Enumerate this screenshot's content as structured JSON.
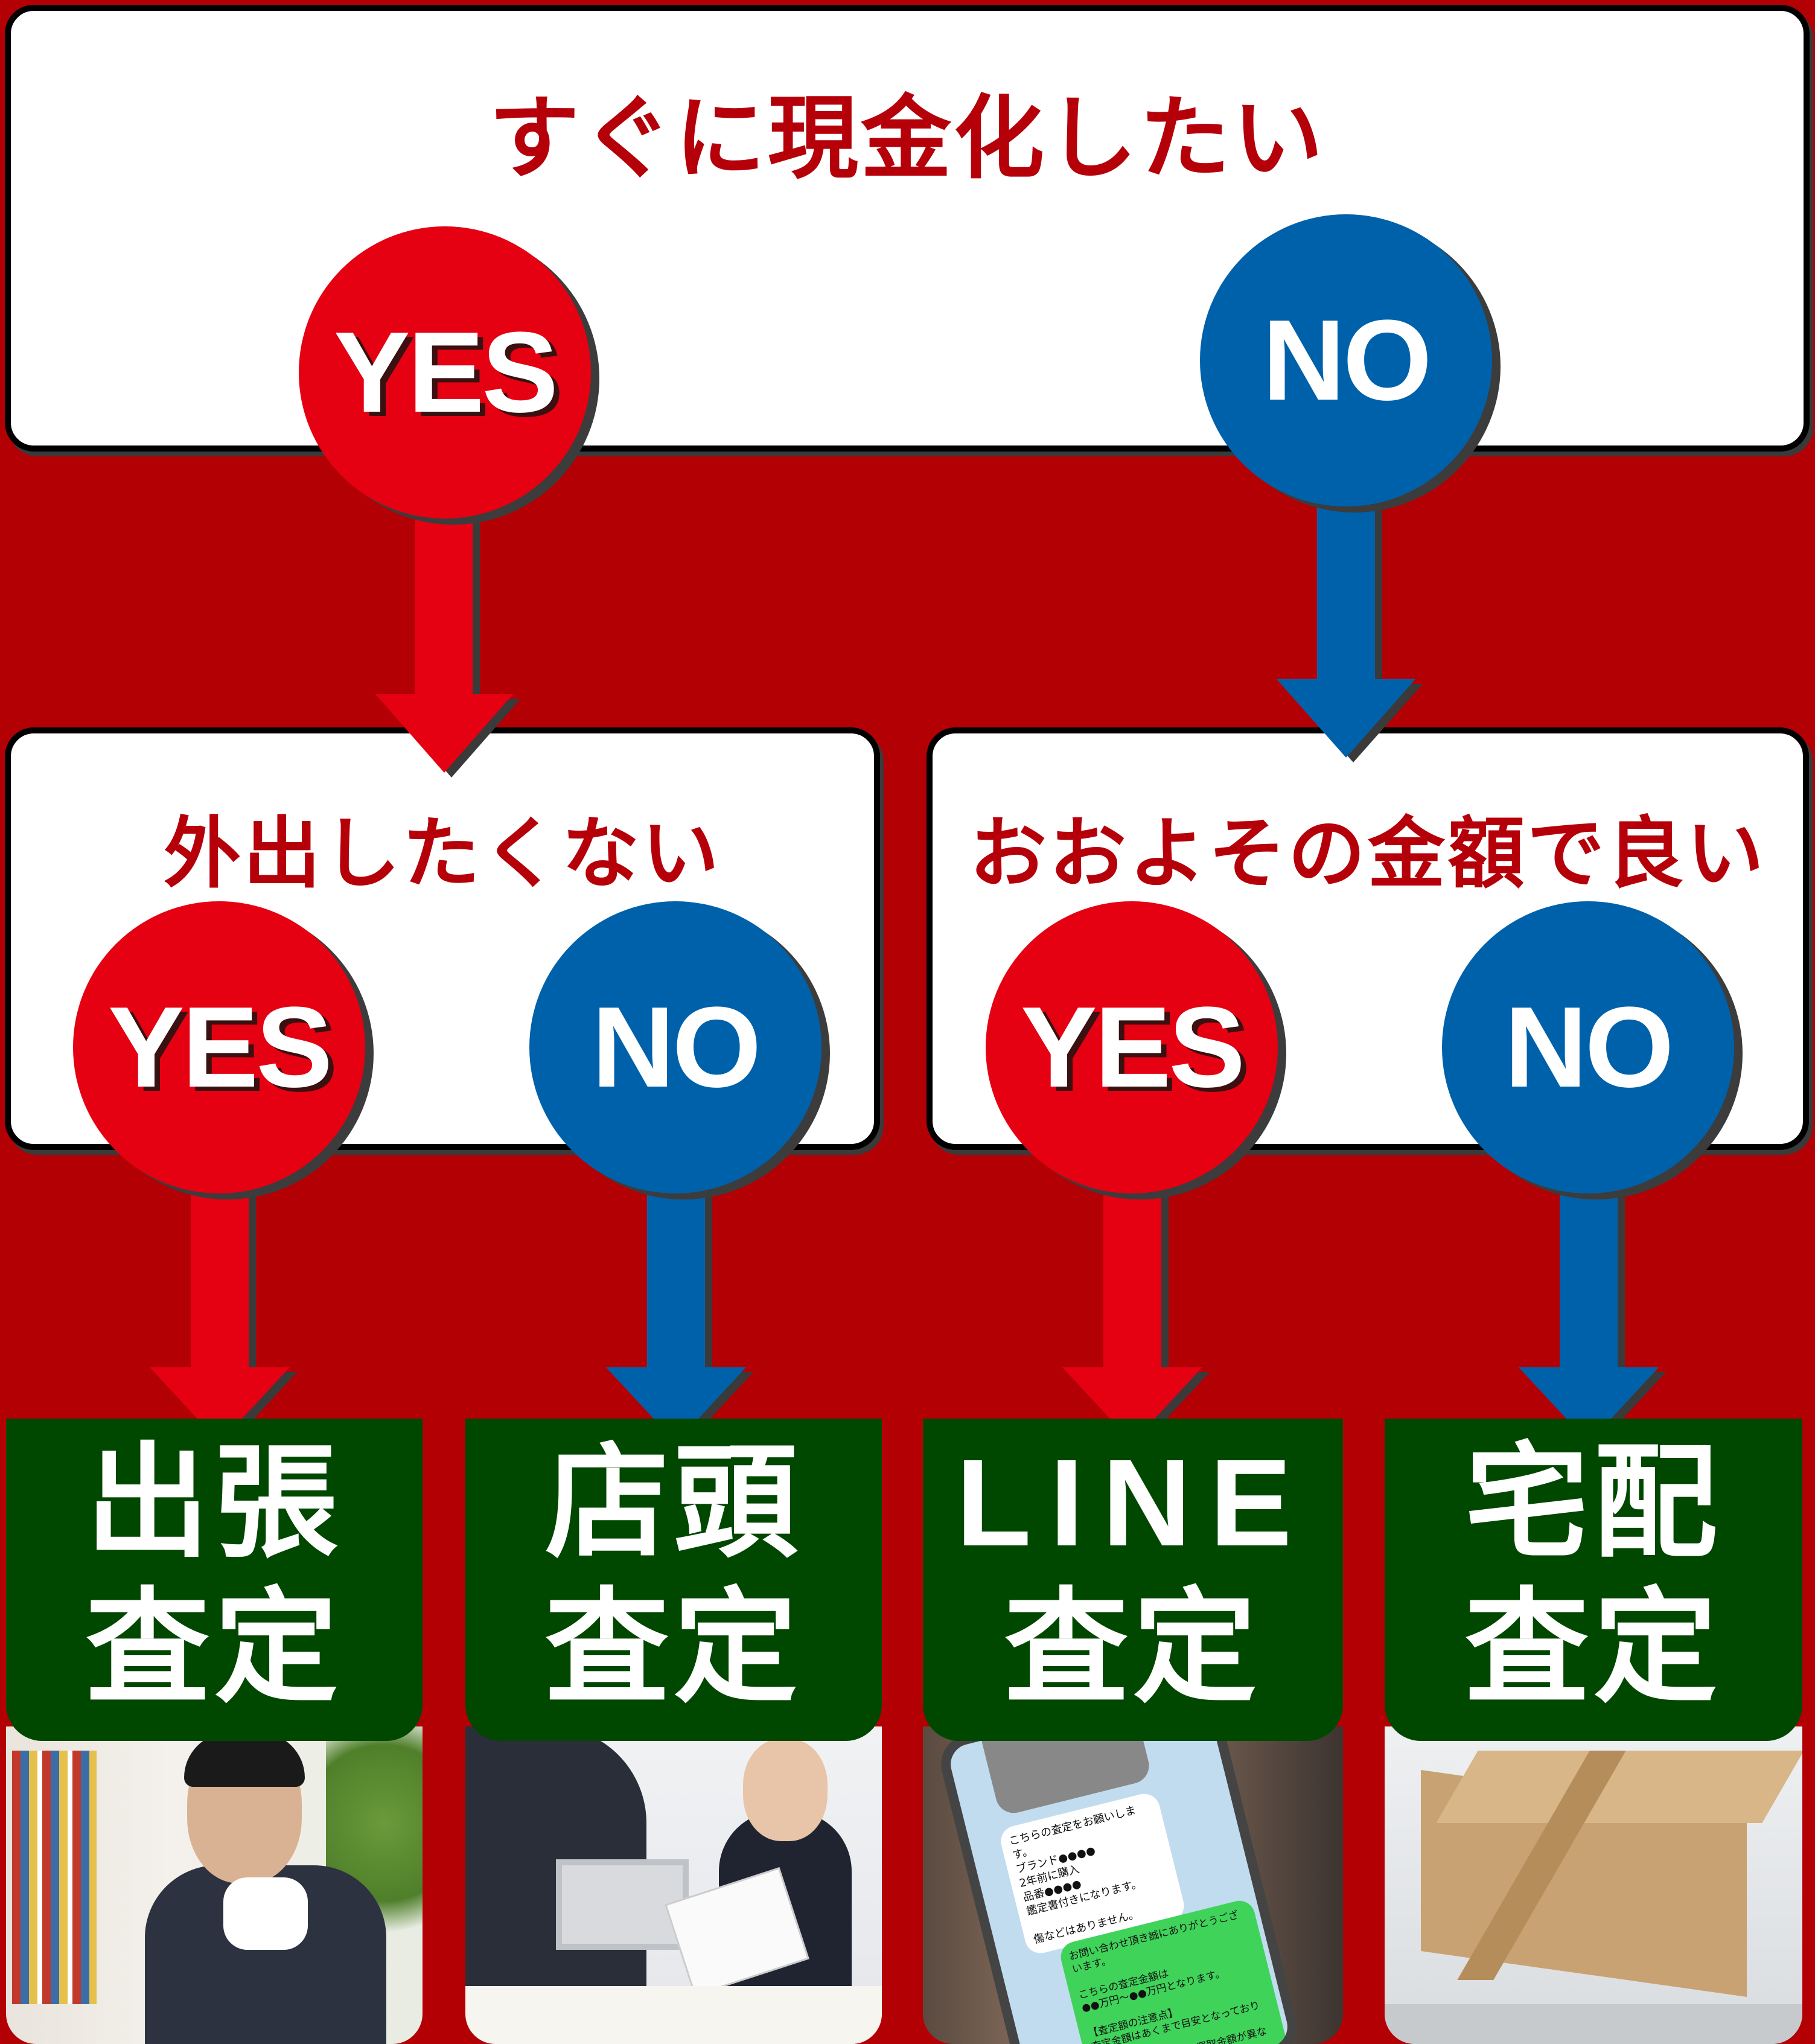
{
  "question1": "すぐに現金化したい",
  "question2_left": "外出したくない",
  "question2_right": "おおよその金額で良い",
  "yes_label": "YES",
  "no_label": "NO",
  "results": [
    {
      "line1": "出張",
      "line2": "査定"
    },
    {
      "line1": "店頭",
      "line2": "査定"
    },
    {
      "line1": "LINE",
      "line2": "査定"
    },
    {
      "line1": "宅配",
      "line2": "査定"
    }
  ],
  "chat": {
    "user_message": "こちらの査定をお願いします。\nブランド●●●●\n2年前に購入\n品番●●●●\n鑑定書付きになります。\n\n傷などはありません。",
    "reply_message": "お問い合わせ頂き誠にありがとうございます。\n\nこちらの査定金額は\n●●万円〜●●万円となります。\n\n【査定額の注意点】\n査定金額はあくまで目安となっております。\nお品物の状態により、買取金額が異なります。"
  },
  "colors": {
    "background": "#b30005",
    "yes": "#e50012",
    "no": "#0061ab",
    "result": "#004700",
    "title": "#b5000a"
  }
}
